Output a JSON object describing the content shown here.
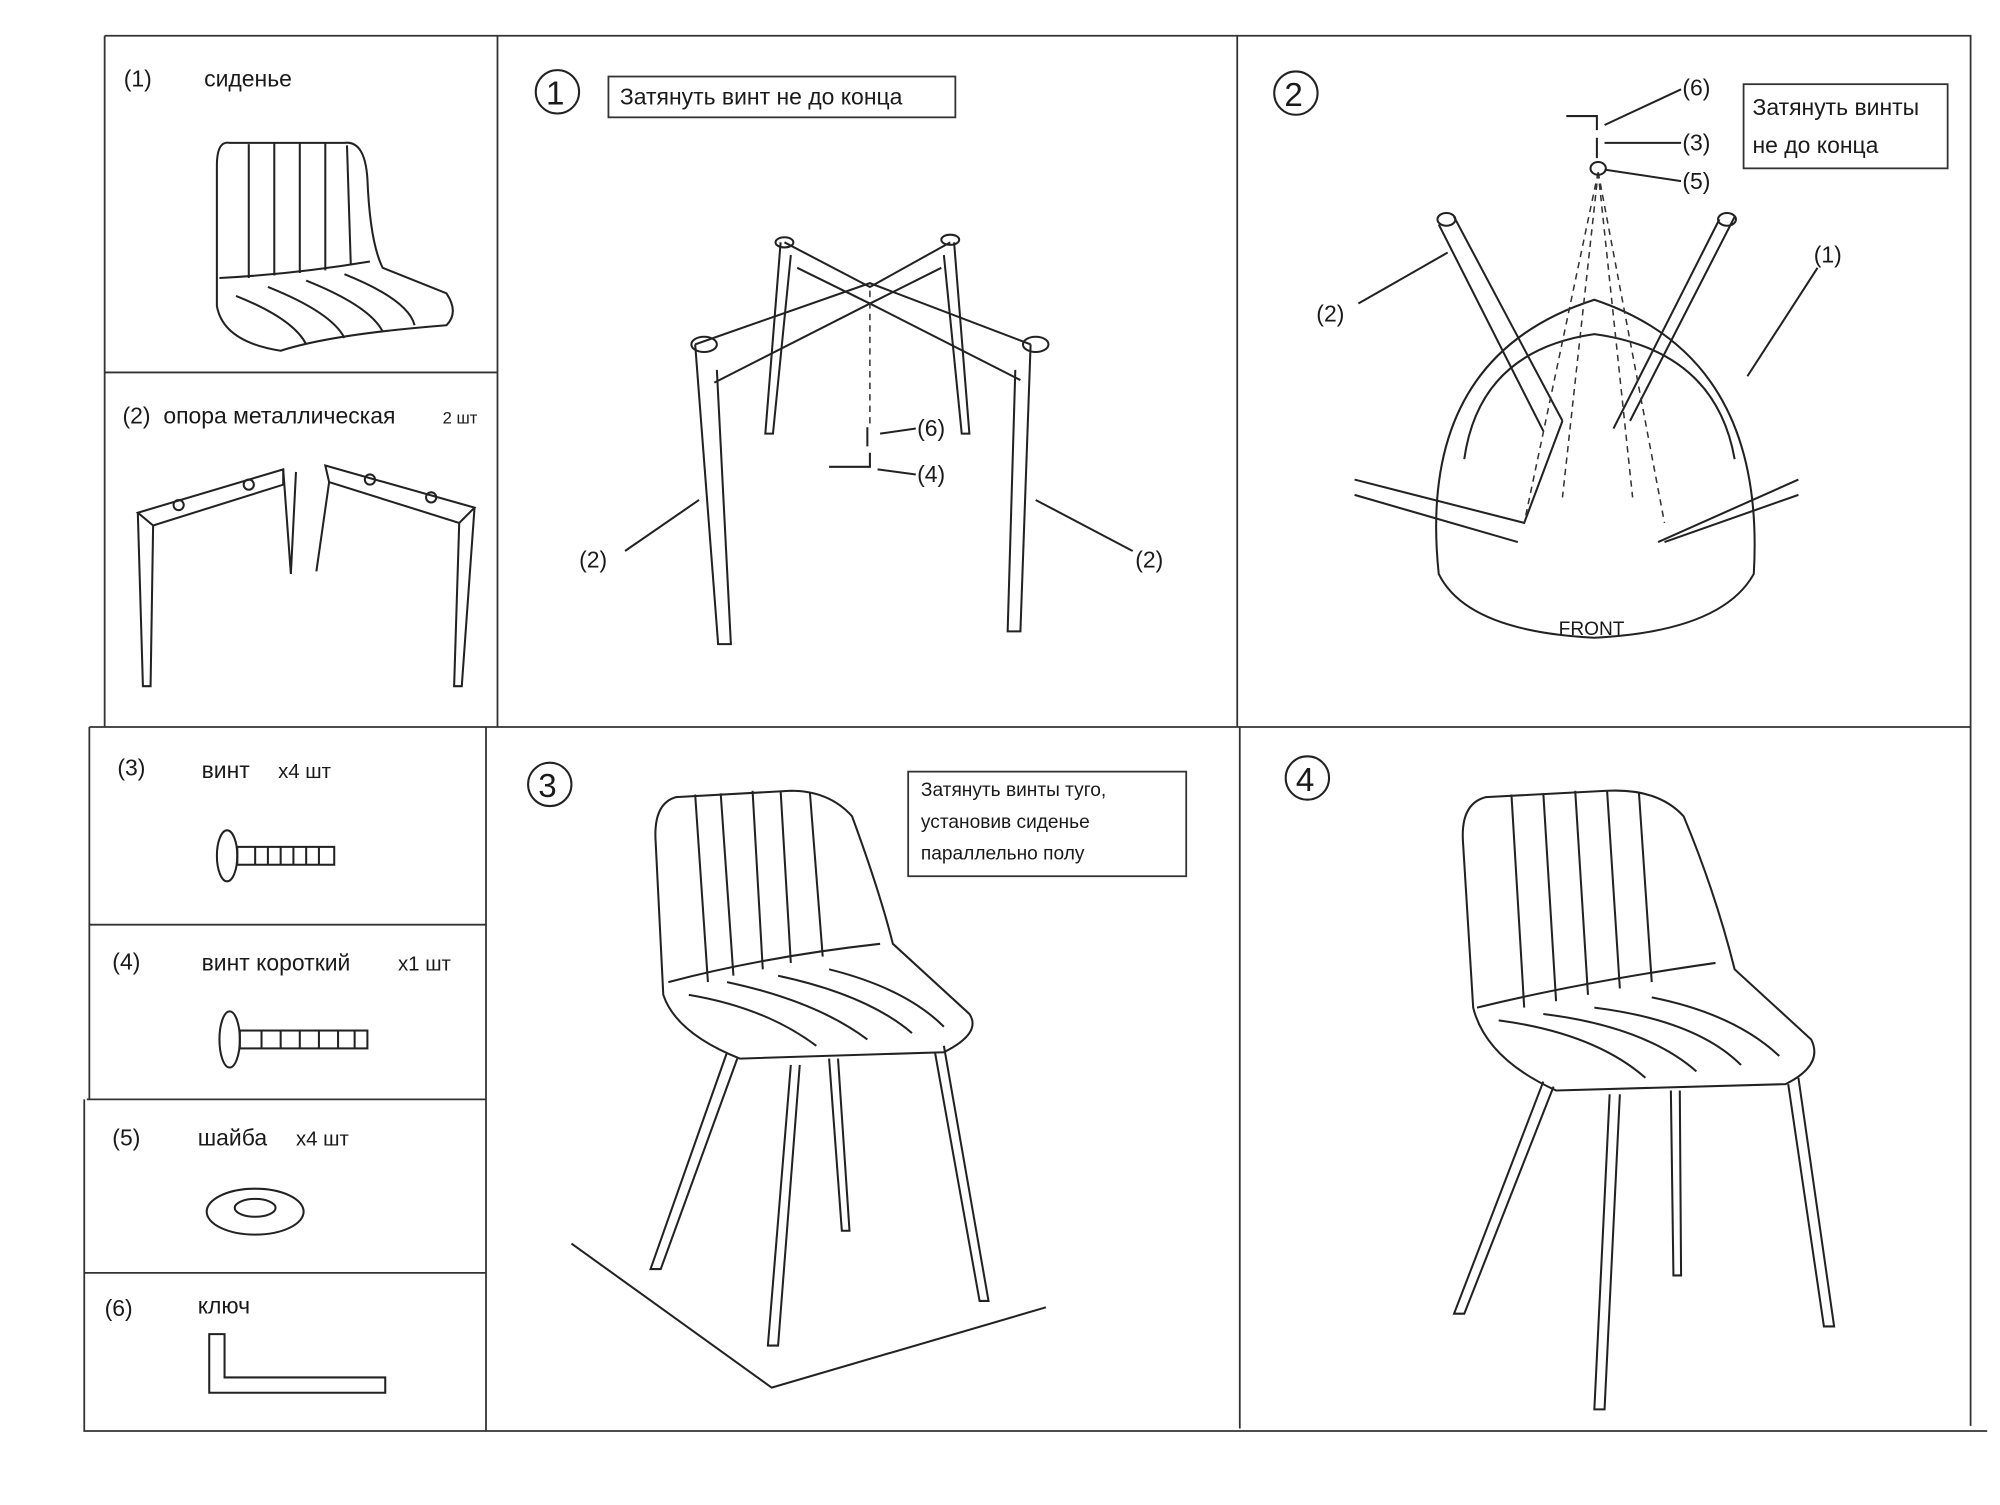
{
  "parts": [
    {
      "num": "(1)",
      "name": "сиденье",
      "qty": ""
    },
    {
      "num": "(2)",
      "name": "опора металлическая",
      "qty": "2 шт"
    },
    {
      "num": "(3)",
      "name": "винт",
      "qty": "x4 шт"
    },
    {
      "num": "(4)",
      "name": "винт короткий",
      "qty": "x1 шт"
    },
    {
      "num": "(5)",
      "name": "шайба",
      "qty": "x4 шт"
    },
    {
      "num": "(6)",
      "name": "ключ",
      "qty": ""
    }
  ],
  "steps": [
    {
      "num": "1",
      "note": [
        "Затянуть винт не до конца"
      ],
      "labels": [
        "(6)",
        "(4)",
        "(2)",
        "(2)"
      ]
    },
    {
      "num": "2",
      "note": [
        "Затянуть винты",
        "не до конца"
      ],
      "labels": [
        "(6)",
        "(3)",
        "(5)",
        "(2)",
        "(1)"
      ],
      "front": "FRONT"
    },
    {
      "num": "3",
      "note": [
        "Затянуть винты туго,",
        "установив сиденье",
        "параллельно полу"
      ]
    },
    {
      "num": "4",
      "note": []
    }
  ]
}
